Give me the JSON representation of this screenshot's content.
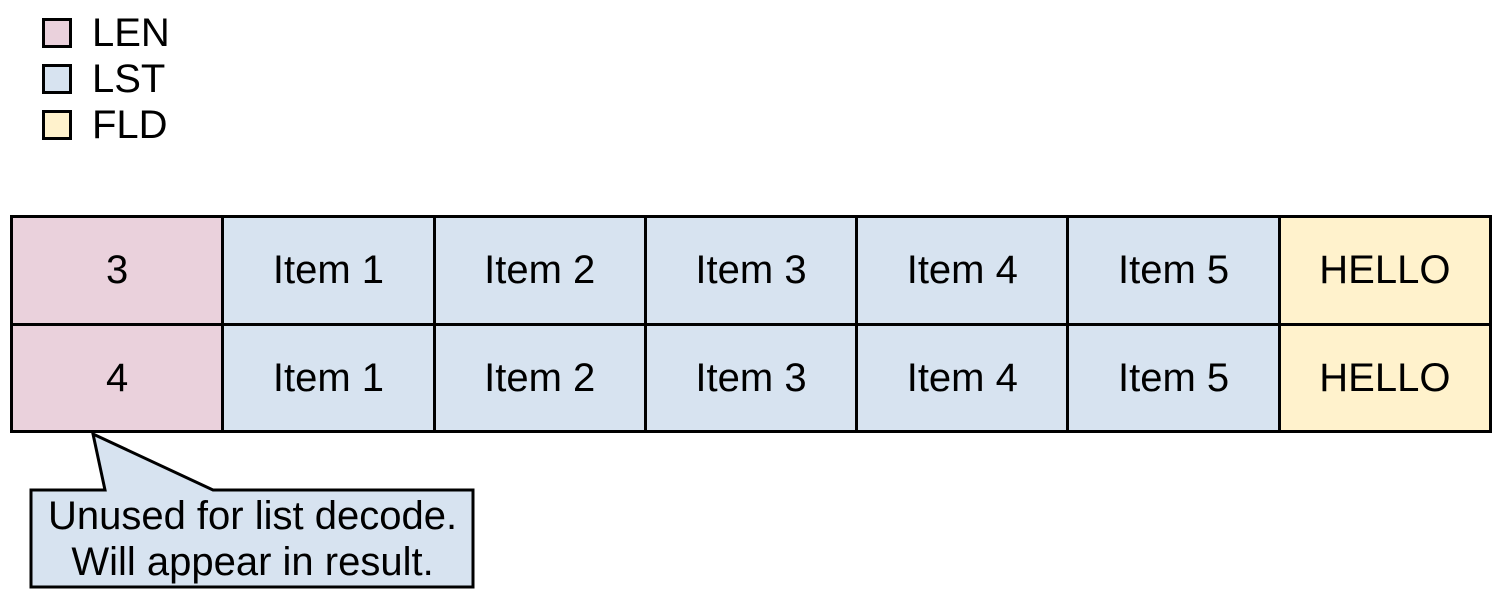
{
  "legend": {
    "items": [
      {
        "name": "len",
        "label": "LEN",
        "color": "#ead1dc"
      },
      {
        "name": "lst",
        "label": "LST",
        "color": "#d7e3f0"
      },
      {
        "name": "fld",
        "label": "FLD",
        "color": "#fff2cc"
      }
    ]
  },
  "table": {
    "rows": [
      {
        "len": "3",
        "items": [
          "Item 1",
          "Item 2",
          "Item 3",
          "Item 4",
          "Item 5"
        ],
        "fld": "HELLO"
      },
      {
        "len": "4",
        "items": [
          "Item 1",
          "Item 2",
          "Item 3",
          "Item 4",
          "Item 5"
        ],
        "fld": "HELLO"
      }
    ]
  },
  "callout": {
    "line1": "Unused for list decode.",
    "line2": "Will appear in result."
  },
  "colors": {
    "len_fill": "#ead1dc",
    "lst_fill": "#d7e3f0",
    "fld_fill": "#fff2cc",
    "callout_fill": "#d7e3f0",
    "border": "#000000",
    "background": "#ffffff"
  }
}
